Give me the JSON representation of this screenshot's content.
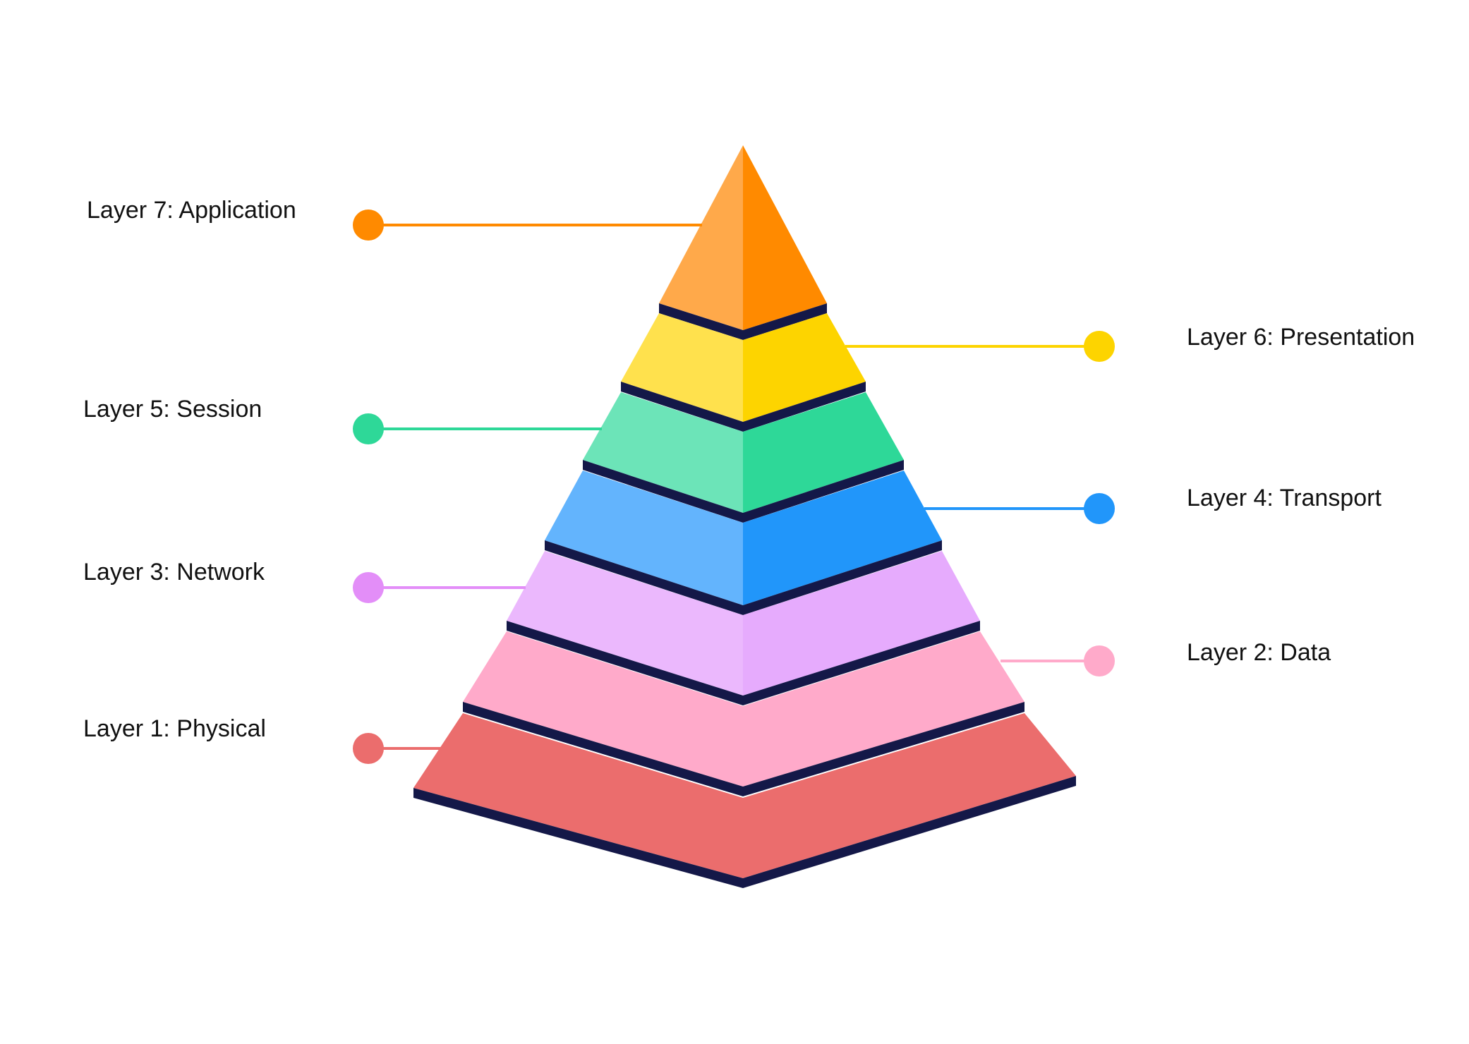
{
  "diagram": {
    "type": "pyramid",
    "layers": [
      {
        "id": "layer-7",
        "label": "Layer 7: Application",
        "color": "#FF8A00",
        "light": "#FFA94A",
        "side": "left"
      },
      {
        "id": "layer-6",
        "label": "Layer 6: Presentation",
        "color": "#FDD400",
        "light": "#FFE14D",
        "side": "right"
      },
      {
        "id": "layer-5",
        "label": "Layer 5: Session",
        "color": "#2ED898",
        "light": "#6CE4B8",
        "side": "left"
      },
      {
        "id": "layer-4",
        "label": "Layer 4: Transport",
        "color": "#2196FA",
        "light": "#63B4FD",
        "side": "right"
      },
      {
        "id": "layer-3",
        "label": "Layer 3: Network",
        "color": "#E6ABFD",
        "light": "#EBB8FD",
        "side": "left"
      },
      {
        "id": "layer-2",
        "label": "Layer 2: Data",
        "color": "#FFAACA",
        "light": "#FFAACA",
        "side": "right"
      },
      {
        "id": "layer-1",
        "label": "Layer 1: Physical",
        "color": "#EB6D6D",
        "light": "#EB6D6D",
        "side": "left"
      }
    ],
    "colors": {
      "band": "#141848",
      "marker": {
        "layer-3": "#E38EF8",
        "layer-2": "#FFAACA"
      }
    }
  }
}
